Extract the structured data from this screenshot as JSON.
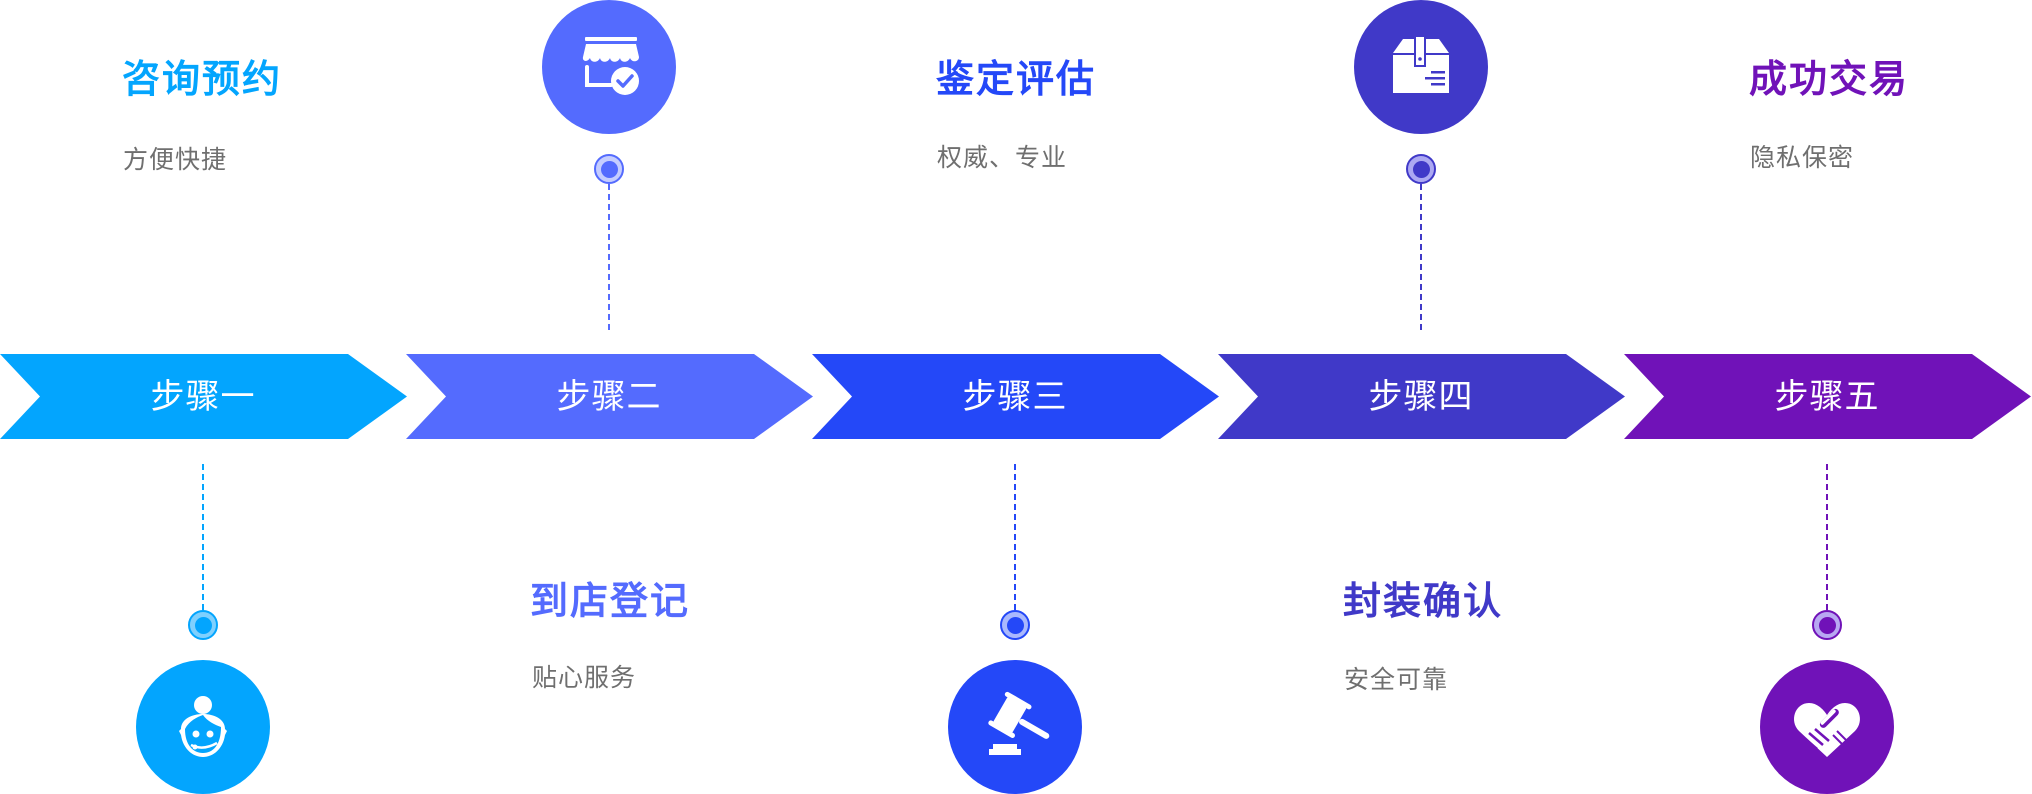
{
  "steps": [
    {
      "label": "步骤一",
      "title": "咨询预约",
      "subtitle": "方便快捷",
      "icon": "customer-service-icon",
      "color": "#03A5FE",
      "dot_ring": "#7FD0FE",
      "text_position": "top",
      "icon_position": "bottom"
    },
    {
      "label": "步骤二",
      "title": "到店登记",
      "subtitle": "贴心服务",
      "icon": "store-check-icon",
      "color": "#546BFE",
      "dot_ring": "#C5CDFF",
      "text_position": "bottom",
      "icon_position": "top"
    },
    {
      "label": "步骤三",
      "title": "鉴定评估",
      "subtitle": "权威、专业",
      "icon": "gavel-icon",
      "color": "#2448F8",
      "dot_ring": "#A9B8FD",
      "text_position": "top",
      "icon_position": "bottom"
    },
    {
      "label": "步骤四",
      "title": "封装确认",
      "subtitle": "安全可靠",
      "icon": "package-icon",
      "color": "#4039C8",
      "dot_ring": "#ACA8F2",
      "text_position": "bottom",
      "icon_position": "top"
    },
    {
      "label": "步骤五",
      "title": "成功交易",
      "subtitle": "隐私保密",
      "icon": "handshake-heart-icon",
      "color": "#7012B8",
      "dot_ring": "#B8A8F2",
      "text_position": "top",
      "icon_position": "bottom"
    }
  ]
}
